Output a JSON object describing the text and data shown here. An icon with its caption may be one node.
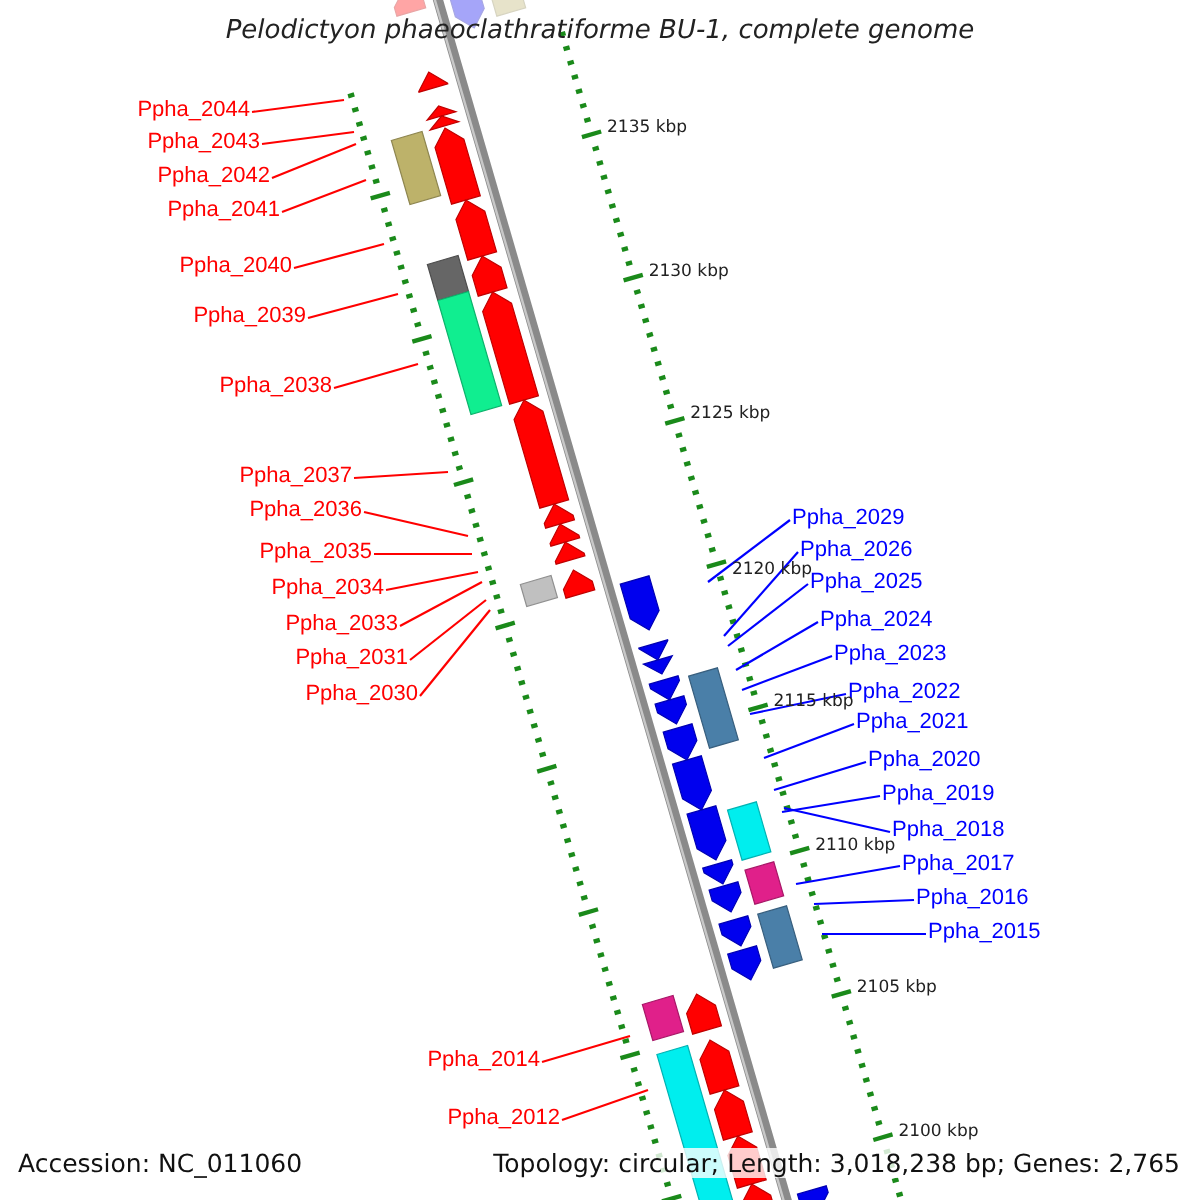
{
  "diagram": {
    "title": "Pelodictyon phaeoclathratiforme BU-1, complete genome",
    "nodes": [
      {
        "text": [
          "Ppha_2044"
        ]
      },
      {
        "text": [
          "Ppha_2043"
        ]
      },
      {
        "text": [
          "Ppha_2042"
        ]
      },
      {
        "text": [
          "Ppha_2041"
        ]
      },
      {
        "text": [
          "Ppha_2040"
        ]
      },
      {
        "text": [
          "Ppha_2039"
        ]
      },
      {
        "text": [
          "Ppha_2038"
        ]
      },
      {
        "text": [
          "Ppha_2037"
        ]
      },
      {
        "text": [
          "Ppha_2036"
        ]
      },
      {
        "text": [
          "Ppha_2035"
        ]
      },
      {
        "text": [
          "Ppha_2034"
        ]
      },
      {
        "text": [
          "Ppha_2033"
        ]
      },
      {
        "text": [
          "Ppha_2031"
        ]
      },
      {
        "text": [
          "Ppha_2030"
        ]
      },
      {
        "text": [
          "Ppha_2029"
        ]
      },
      {
        "text": [
          "Ppha_2026"
        ]
      },
      {
        "text": [
          "Ppha_2025"
        ]
      },
      {
        "text": [
          "Ppha_2024"
        ]
      },
      {
        "text": [
          "Ppha_2023"
        ]
      },
      {
        "text": [
          "Ppha_2022"
        ]
      },
      {
        "text": [
          "Ppha_2021"
        ]
      },
      {
        "text": [
          "Ppha_2020"
        ]
      },
      {
        "text": [
          "Ppha_2019"
        ]
      },
      {
        "text": [
          "Ppha_2018"
        ]
      },
      {
        "text": [
          "Ppha_2017"
        ]
      },
      {
        "text": [
          "Ppha_2016"
        ]
      },
      {
        "text": [
          "Ppha_2015"
        ]
      },
      {
        "text": [
          "Ppha_2014"
        ]
      },
      {
        "text": [
          "Ppha_2012"
        ]
      }
    ],
    "edges": [
      {
        "from": 0,
        "to": null,
        "arrow": "none"
      },
      {
        "from": 1,
        "to": null,
        "arrow": "none"
      },
      {
        "from": 2,
        "to": null,
        "arrow": "none"
      },
      {
        "from": 3,
        "to": null,
        "arrow": "none"
      },
      {
        "from": 4,
        "to": null,
        "arrow": "none"
      },
      {
        "from": 5,
        "to": null,
        "arrow": "none"
      },
      {
        "from": 6,
        "to": null,
        "arrow": "none"
      },
      {
        "from": 7,
        "to": null,
        "arrow": "none"
      },
      {
        "from": 8,
        "to": null,
        "arrow": "none"
      },
      {
        "from": 9,
        "to": null,
        "arrow": "none"
      },
      {
        "from": 10,
        "to": null,
        "arrow": "none"
      },
      {
        "from": 11,
        "to": null,
        "arrow": "none"
      },
      {
        "from": 12,
        "to": null,
        "arrow": "none"
      },
      {
        "from": 13,
        "to": null,
        "arrow": "none"
      },
      {
        "from": 14,
        "to": null,
        "arrow": "none",
        "color": "#0000ff"
      },
      {
        "from": 15,
        "to": null,
        "arrow": "none",
        "color": "#0000ff"
      },
      {
        "from": 16,
        "to": null,
        "arrow": "none",
        "color": "#0000ff"
      },
      {
        "from": 17,
        "to": null,
        "arrow": "none",
        "color": "#0000ff"
      },
      {
        "from": 18,
        "to": null,
        "arrow": "none",
        "color": "#0000ff"
      },
      {
        "from": 19,
        "to": null,
        "arrow": "none",
        "color": "#0000ff"
      },
      {
        "from": 20,
        "to": null,
        "arrow": "none",
        "color": "#0000ff"
      },
      {
        "from": 21,
        "to": null,
        "arrow": "none",
        "color": "#0000ff"
      },
      {
        "from": 22,
        "to": null,
        "arrow": "none",
        "color": "#0000ff"
      },
      {
        "from": 23,
        "to": null,
        "arrow": "none",
        "color": "#0000ff"
      },
      {
        "from": 24,
        "to": null,
        "arrow": "none",
        "color": "#0000ff"
      },
      {
        "from": 25,
        "to": null,
        "arrow": "none",
        "color": "#0000ff"
      },
      {
        "from": 26,
        "to": null,
        "arrow": "none",
        "color": "#0000ff"
      },
      {
        "from": 27,
        "to": null,
        "arrow": "none"
      },
      {
        "from": 28,
        "to": null,
        "arrow": "none"
      }
    ],
    "labels": [
      "2135 kbp",
      "2130 kbp",
      "2125 kbp",
      "2120 kbp",
      "2115 kbp",
      "2110 kbp",
      "2105 kbp",
      "2100 kbp",
      "Accession: NC_011060",
      "Topology: circular; Length: 3,018,238 bp; Genes: 2,765"
    ]
  }
}
